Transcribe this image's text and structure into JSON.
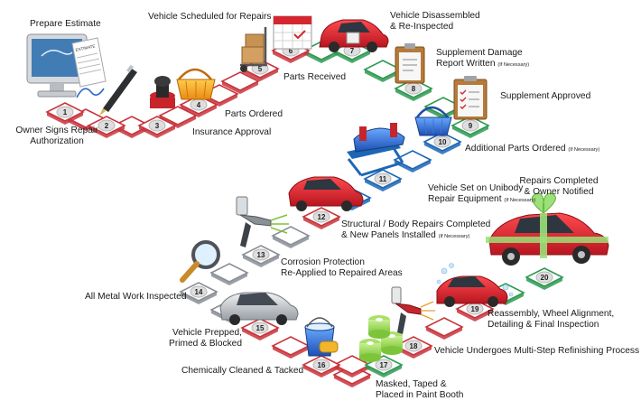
{
  "steps": {
    "s1": {
      "num": "1",
      "l1": "Prepare Estimate"
    },
    "s2": {
      "num": "2",
      "l1": "Owner Signs Repair",
      "l2": "Authorization"
    },
    "s3": {
      "num": "3",
      "l1": "Insurance Approval"
    },
    "s4": {
      "num": "4",
      "l1": "Parts Ordered"
    },
    "s5": {
      "num": "5",
      "l1": "Parts Received"
    },
    "s6": {
      "num": "6",
      "l1": "Vehicle Scheduled for Repairs"
    },
    "s7": {
      "num": "7",
      "l1": "Vehicle Disassembled",
      "l2": "& Re-Inspected"
    },
    "s8": {
      "num": "8",
      "l1": "Supplement Damage",
      "l2": "Report Written",
      "note": "(If Necessary)"
    },
    "s9": {
      "num": "9",
      "l1": "Supplement Approved"
    },
    "s10": {
      "num": "10",
      "l1": "Additional Parts Ordered",
      "note": "(If Necessary)"
    },
    "s11": {
      "num": "11",
      "l1": "Vehicle Set on Unibody",
      "l2": "Repair Equipment",
      "note": "(If Necessary)"
    },
    "s12": {
      "num": "12",
      "l1": "Structural / Body Repairs Completed",
      "l2": "& New Panels Installed",
      "note": "(If Necessary)"
    },
    "s13": {
      "num": "13",
      "l1": "Corrosion Protection",
      "l2": "Re-Applied to Repaired Areas"
    },
    "s14": {
      "num": "14",
      "l1": "All Metal Work Inspected"
    },
    "s15": {
      "num": "15",
      "l1": "Vehicle Prepped,",
      "l2": "Primed & Blocked"
    },
    "s16": {
      "num": "16",
      "l1": "Chemically Cleaned & Tacked"
    },
    "s17": {
      "num": "17",
      "l1": "Masked, Taped &",
      "l2": "Placed in Paint Booth"
    },
    "s18": {
      "num": "18",
      "l1": "Vehicle Undergoes Multi-Step Refinishing Process"
    },
    "s19": {
      "num": "19",
      "l1": "Reassembly, Wheel Alignment,",
      "l2": "Detailing & Final Inspection"
    },
    "s20": {
      "num": "20",
      "l1": "Repairs Completed",
      "l2": "& Owner Notified"
    }
  },
  "props": {
    "estimate_doc": "ESTIMATE"
  },
  "colors": {
    "tile_red_border": "#c9353d",
    "tile_green_border": "#2e9a52",
    "tile_blue_border": "#1d67b5",
    "tile_gray_border": "#8a8f98",
    "tile_fill": "#ffffff",
    "badge_fill": "#dedede",
    "car_red": "#d9252f"
  },
  "icons": [
    "computer-monitor-icon",
    "pen-icon",
    "rubber-stamp-icon",
    "shopping-basket-icon",
    "hand-truck-boxes-icon",
    "calendar-icon",
    "disassembled-car-icon",
    "clipboard-report-icon",
    "clipboard-checklist-icon",
    "blue-basket-icon",
    "frame-machine-car-icon",
    "repaired-car-icon",
    "spray-gun-icon",
    "magnifying-glass-icon",
    "silver-car-icon",
    "bucket-sponge-icon",
    "masking-tape-icon",
    "paint-spray-gun-icon",
    "detailed-car-icon",
    "gift-car-icon"
  ]
}
